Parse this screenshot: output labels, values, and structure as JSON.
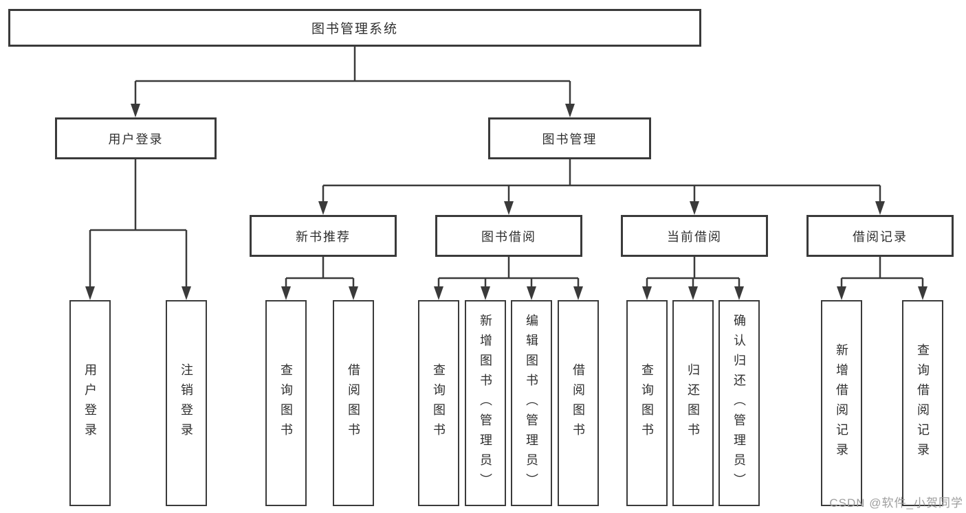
{
  "diagram": {
    "title": "图书管理系统",
    "level2": [
      {
        "label": "用户登录"
      },
      {
        "label": "图书管理"
      }
    ],
    "level3": [
      {
        "label": "新书推荐"
      },
      {
        "label": "图书借阅"
      },
      {
        "label": "当前借阅"
      },
      {
        "label": "借阅记录"
      }
    ],
    "leaves": {
      "user_login": [
        "用户登录",
        "注销登录"
      ],
      "new_book_rec": [
        "查询图书",
        "借阅图书"
      ],
      "book_borrow": [
        "查询图书",
        "新增图书（管理员）",
        "编辑图书（管理员）",
        "借阅图书"
      ],
      "current_borrow": [
        "查询图书",
        "归还图书",
        "确认归还（管理员）"
      ],
      "borrow_record": [
        "新增借阅记录",
        "查询借阅记录"
      ]
    },
    "line_color": "#3a3a3a",
    "text_color": "#2f2f2f"
  },
  "watermark": {
    "text": "CSDN @软件_小贺同学",
    "color": "#9e9e9e"
  }
}
